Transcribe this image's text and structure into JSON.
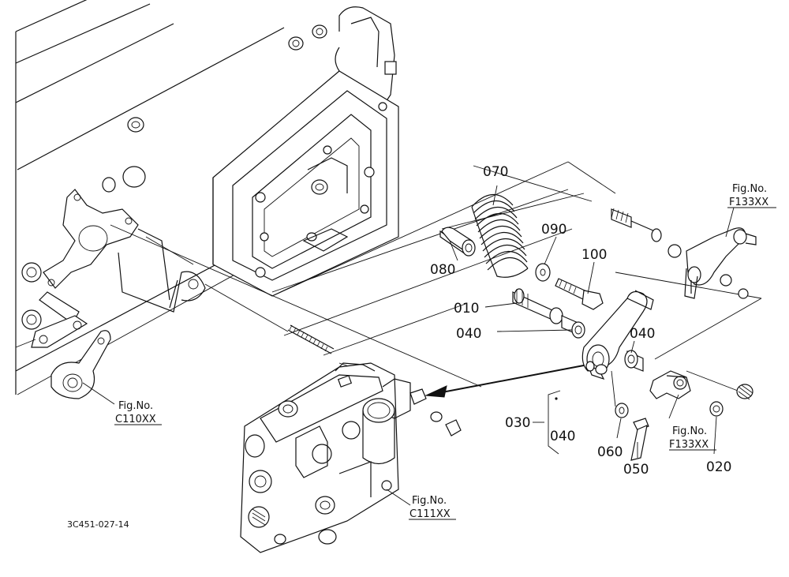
{
  "drawing_code": "3C451-027-14",
  "parts": [
    {
      "id": "p070",
      "number": "070"
    },
    {
      "id": "p090",
      "number": "090"
    },
    {
      "id": "p100",
      "number": "100"
    },
    {
      "id": "p080",
      "number": "080"
    },
    {
      "id": "p010",
      "number": "010"
    },
    {
      "id": "p040a",
      "number": "040"
    },
    {
      "id": "p040b",
      "number": "040"
    },
    {
      "id": "p030",
      "number": "030"
    },
    {
      "id": "p040c",
      "number": "040"
    },
    {
      "id": "p060",
      "number": "060"
    },
    {
      "id": "p050",
      "number": "050"
    },
    {
      "id": "p020",
      "number": "020"
    }
  ],
  "figure_refs": [
    {
      "id": "f133_top",
      "prefix": "Fig.No.",
      "code": "F133XX"
    },
    {
      "id": "f133_bottom",
      "prefix": "Fig.No.",
      "code": "F133XX"
    },
    {
      "id": "c110",
      "prefix": "Fig.No.",
      "code": "C110XX"
    },
    {
      "id": "c111",
      "prefix": "Fig.No.",
      "code": "C111XX"
    }
  ]
}
